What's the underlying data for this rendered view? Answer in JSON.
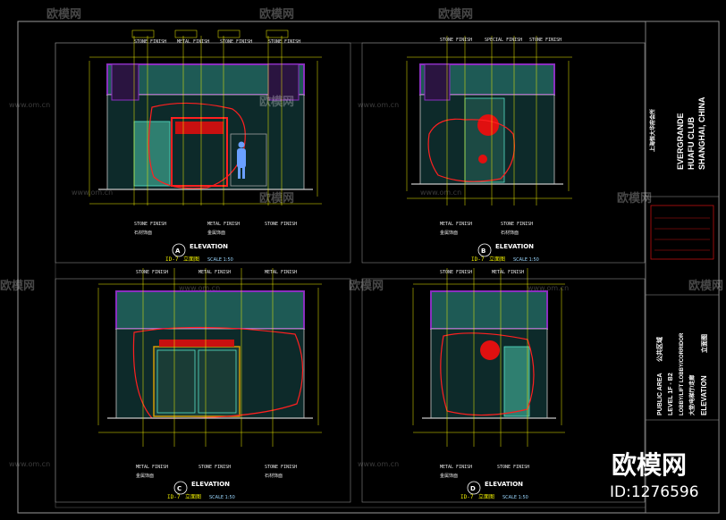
{
  "title_block": {
    "project_en": [
      "EVERGRANDE",
      "HUAFU CLUB",
      "SHANGHAI, CHINA"
    ],
    "project_cn": "上海恒大华府会所",
    "area_en": "PUBLIC AREA",
    "area_cn": "公共区域",
    "level": "LEVEL 1F - B2",
    "room_en": "LOBBY/LIFT LOBBY/CORRIDOR",
    "room_cn": "大堂/电梯厅/走廊",
    "drawing_en": "ELEVATION",
    "drawing_cn": "立面图"
  },
  "elevations": [
    {
      "id": "A",
      "ref": "ID-7",
      "title": "ELEVATION",
      "cn": "立面图",
      "scale": "SCALE 1:50"
    },
    {
      "id": "B",
      "ref": "ID-7",
      "title": "ELEVATION",
      "cn": "立面图",
      "scale": "SCALE 1:50"
    },
    {
      "id": "C",
      "ref": "ID-7",
      "title": "ELEVATION",
      "cn": "立面图",
      "scale": "SCALE 1:50"
    },
    {
      "id": "D",
      "ref": "ID-7",
      "title": "ELEVATION",
      "cn": "立面图",
      "scale": "SCALE 1:50"
    }
  ],
  "material_tags": [
    "STONE FINISH",
    "METAL FINISH",
    "SPECIAL FINISH",
    "石材饰面",
    "金属饰面"
  ],
  "watermark": {
    "brand": "欧模网",
    "url": "www.om.cn",
    "id": "ID:1276596"
  },
  "colors": {
    "background": "#000000",
    "dimension": "#f2f200",
    "frame": "#9a9a9a",
    "wall_fill": "#3c8a7a",
    "highlight": "#ff2020",
    "ceiling": "#8a2fbf"
  }
}
